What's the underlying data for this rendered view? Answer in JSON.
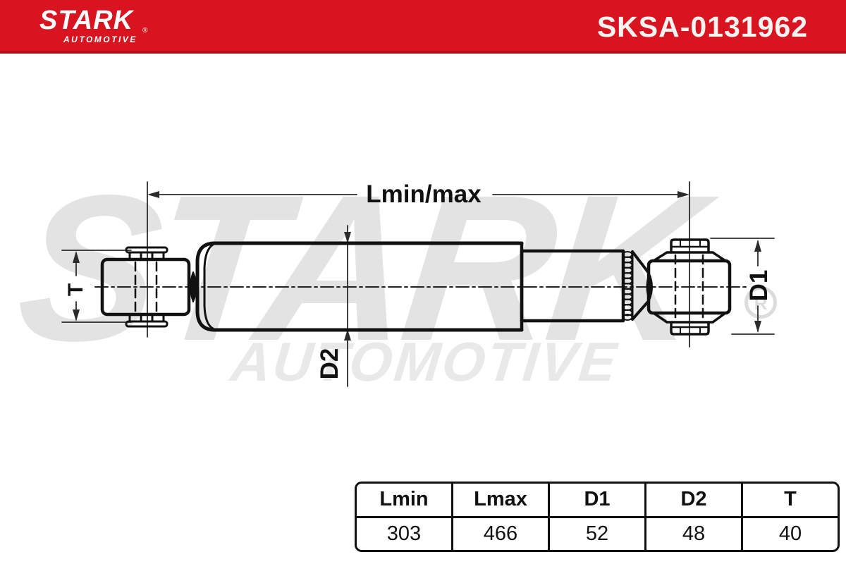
{
  "brand": {
    "logo_text": "STARK",
    "logo_sub": "AUTOMOTIVE",
    "registered_mark": "®",
    "part_number": "SKSA-0131962",
    "banner_color": "#d81420"
  },
  "watermark": {
    "text": "STARK",
    "sub": "AUTOMOTIVE",
    "registered_mark": "R"
  },
  "diagram": {
    "labels": {
      "length": "Lmin/max",
      "t": "T",
      "d1": "D1",
      "d2": "D2"
    },
    "line_color": "#111111"
  },
  "table": {
    "headers": [
      "Lmin",
      "Lmax",
      "D1",
      "D2",
      "T"
    ],
    "values": [
      "303",
      "466",
      "52",
      "48",
      "40"
    ]
  }
}
